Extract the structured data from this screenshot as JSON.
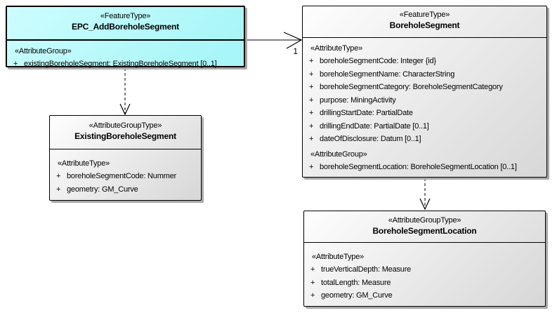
{
  "colors": {
    "background": "#ffffff",
    "border": "#000000",
    "shadow": "#a9a9a9",
    "feature_fill_top": "#cdfdfe",
    "feature_fill_bottom": "#a9f6f8",
    "group_fill_top": "#fefefe",
    "group_fill_bottom": "#d7d7d7"
  },
  "classes": {
    "epc": {
      "stereotype": "«FeatureType»",
      "name": "EPC_AddBoreholeSegment",
      "sections": [
        {
          "heading": "«AttributeGroup»",
          "rows": [
            {
              "vis": "+",
              "text": "existingBoreholeSegment: ExistingBoreholeSegment [0..1]"
            }
          ]
        }
      ]
    },
    "borehole": {
      "stereotype": "«FeatureType»",
      "name": "BoreholeSegment",
      "sections": [
        {
          "heading": "«AttributeType»",
          "rows": [
            {
              "vis": "+",
              "text": "boreholeSegmentCode: Integer {id}"
            },
            {
              "vis": "+",
              "text": "boreholeSegmentName: CharacterString"
            },
            {
              "vis": "+",
              "text": "boreholeSegmentCategory: BoreholeSegmentCategory"
            },
            {
              "vis": "+",
              "text": "purpose: MiningActivity"
            },
            {
              "vis": "+",
              "text": "drillingStartDate: PartialDate"
            },
            {
              "vis": "+",
              "text": "drillingEndDate: PartialDate [0..1]"
            },
            {
              "vis": "+",
              "text": "dateOfDisclosure: Datum [0..1]"
            }
          ]
        },
        {
          "heading": "«AttributeGroup»",
          "rows": [
            {
              "vis": "+",
              "text": "boreholeSegmentLocation: BoreholeSegmentLocation [0..1]"
            }
          ]
        }
      ]
    },
    "existing": {
      "stereotype": "«AttributeGroupType»",
      "name": "ExistingBoreholeSegment",
      "sections": [
        {
          "heading": "«AttributeType»",
          "rows": [
            {
              "vis": "+",
              "text": "boreholeSegmentCode: Nummer"
            },
            {
              "vis": "+",
              "text": "geometry: GM_Curve"
            }
          ]
        }
      ]
    },
    "location": {
      "stereotype": "«AttributeGroupType»",
      "name": "BoreholeSegmentLocation",
      "sections": [
        {
          "heading": "«AttributeType»",
          "rows": [
            {
              "vis": "+",
              "text": "trueVerticalDepth: Measure"
            },
            {
              "vis": "+",
              "text": "totalLength: Measure"
            },
            {
              "vis": "+",
              "text": "geometry: GM_Curve"
            }
          ]
        }
      ]
    }
  },
  "connectors": {
    "epc_to_borehole": {
      "style": "solid",
      "target_multiplicity": "1"
    },
    "epc_to_existing": {
      "style": "dashed"
    },
    "borehole_to_location": {
      "style": "dashed"
    }
  }
}
